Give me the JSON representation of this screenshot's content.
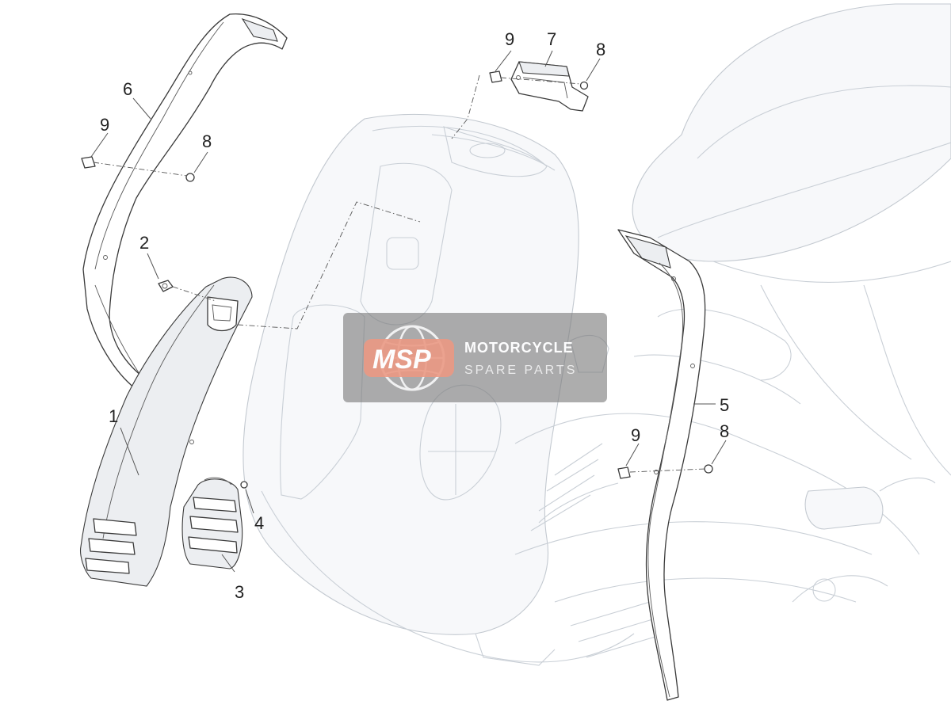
{
  "callouts": {
    "c1": "1",
    "c2": "2",
    "c3": "3",
    "c4": "4",
    "c5": "5",
    "c6": "6",
    "c7": "7",
    "c8a": "8",
    "c8b": "8",
    "c8c": "8",
    "c9a": "9",
    "c9b": "9",
    "c9c": "9"
  },
  "watermark": {
    "logo": "MSP",
    "line1": "MOTORCYCLE",
    "line2": "SPARE PARTS"
  },
  "colors": {
    "watermark_bg": "#7a7a7a",
    "watermark_logo": "#e8846a",
    "line": "#3a3a3a",
    "ghost": "#c9cfd6"
  }
}
